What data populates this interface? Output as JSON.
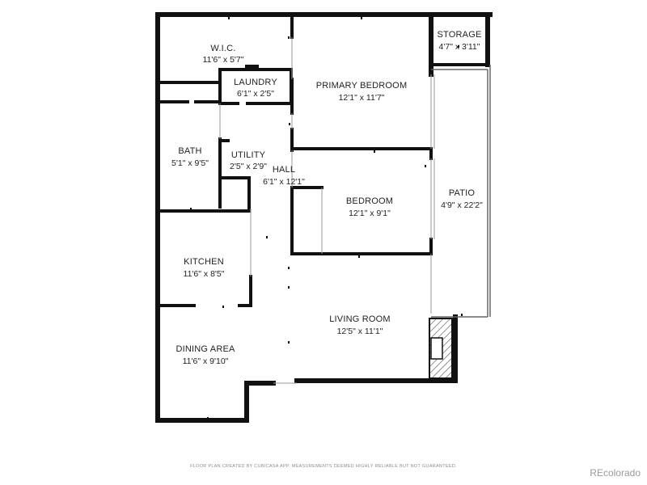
{
  "rooms": {
    "wic": {
      "name": "W.I.C.",
      "dims": "11'6\" x 5'7\""
    },
    "laundry": {
      "name": "LAUNDRY",
      "dims": "6'1\" x 2'5\""
    },
    "primary": {
      "name": "PRIMARY BEDROOM",
      "dims": "12'1\" x 11'7\""
    },
    "storage": {
      "name": "STORAGE",
      "dims": "4'7\" x 3'11\""
    },
    "bath": {
      "name": "BATH",
      "dims": "5'1\" x 9'5\""
    },
    "utility": {
      "name": "UTILITY",
      "dims": "2'5\" x 2'9\""
    },
    "hall": {
      "name": "HALL",
      "dims": "6'1\" x 12'1\""
    },
    "bedroom": {
      "name": "BEDROOM",
      "dims": "12'1\" x 9'1\""
    },
    "patio": {
      "name": "PATIO",
      "dims": "4'9\" x 22'2\""
    },
    "kitchen": {
      "name": "KITCHEN",
      "dims": "11'6\" x 8'5\""
    },
    "living": {
      "name": "LIVING ROOM",
      "dims": "12'5\" x 11'1\""
    },
    "dining": {
      "name": "DINING AREA",
      "dims": "11'6\" x 9'10\""
    }
  },
  "footer": {
    "disclaimer": "FLOOR PLAN CREATED BY CUBICASA APP. MEASUREMENTS DEEMED HIGHLY RELIABLE BUT NOT GUARANTEED.",
    "watermark": "REcolorado"
  }
}
